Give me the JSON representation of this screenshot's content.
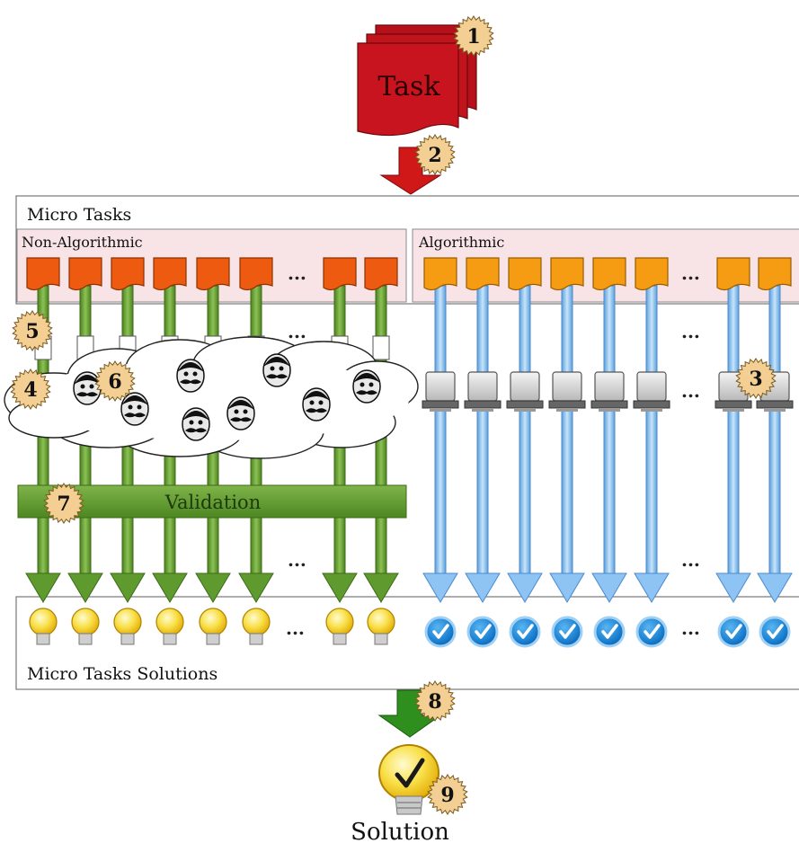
{
  "task": {
    "label": "Task"
  },
  "micro_tasks": {
    "title": "Micro Tasks",
    "non_algorithmic": {
      "label": "Non-Algorithmic",
      "ellipsis": "..."
    },
    "algorithmic": {
      "label": "Algorithmic",
      "ellipsis": "..."
    }
  },
  "validation": {
    "label": "Validation"
  },
  "solutions": {
    "title": "Micro Tasks Solutions",
    "ellipsis": "..."
  },
  "solution": {
    "label": "Solution"
  },
  "badges": [
    "1",
    "2",
    "3",
    "4",
    "5",
    "6",
    "7",
    "8",
    "9"
  ],
  "colors": {
    "task_red": "#c8141e",
    "micro_orange": "#ee5a10",
    "micro_yellow_orange": "#f59c12",
    "panel_pink": "#f8e4e6",
    "green": "#5f9a2e",
    "validation_green": "#5a9a2a",
    "blue_arrow": "#8ec4f4",
    "blue_check": "#1c7fd0",
    "bulb_yellow": "#f6d51a",
    "badge_fill": "#f3cf94"
  },
  "icons": {
    "task": "stacked-document-icon",
    "micro_task": "document-icon",
    "computer": "computer-icon",
    "crowd": "cloud-of-faces-icon",
    "worker": "mustache-face-icon",
    "idea": "lightbulb-icon",
    "verified": "check-badge-icon",
    "final": "lightbulb-check-icon"
  }
}
